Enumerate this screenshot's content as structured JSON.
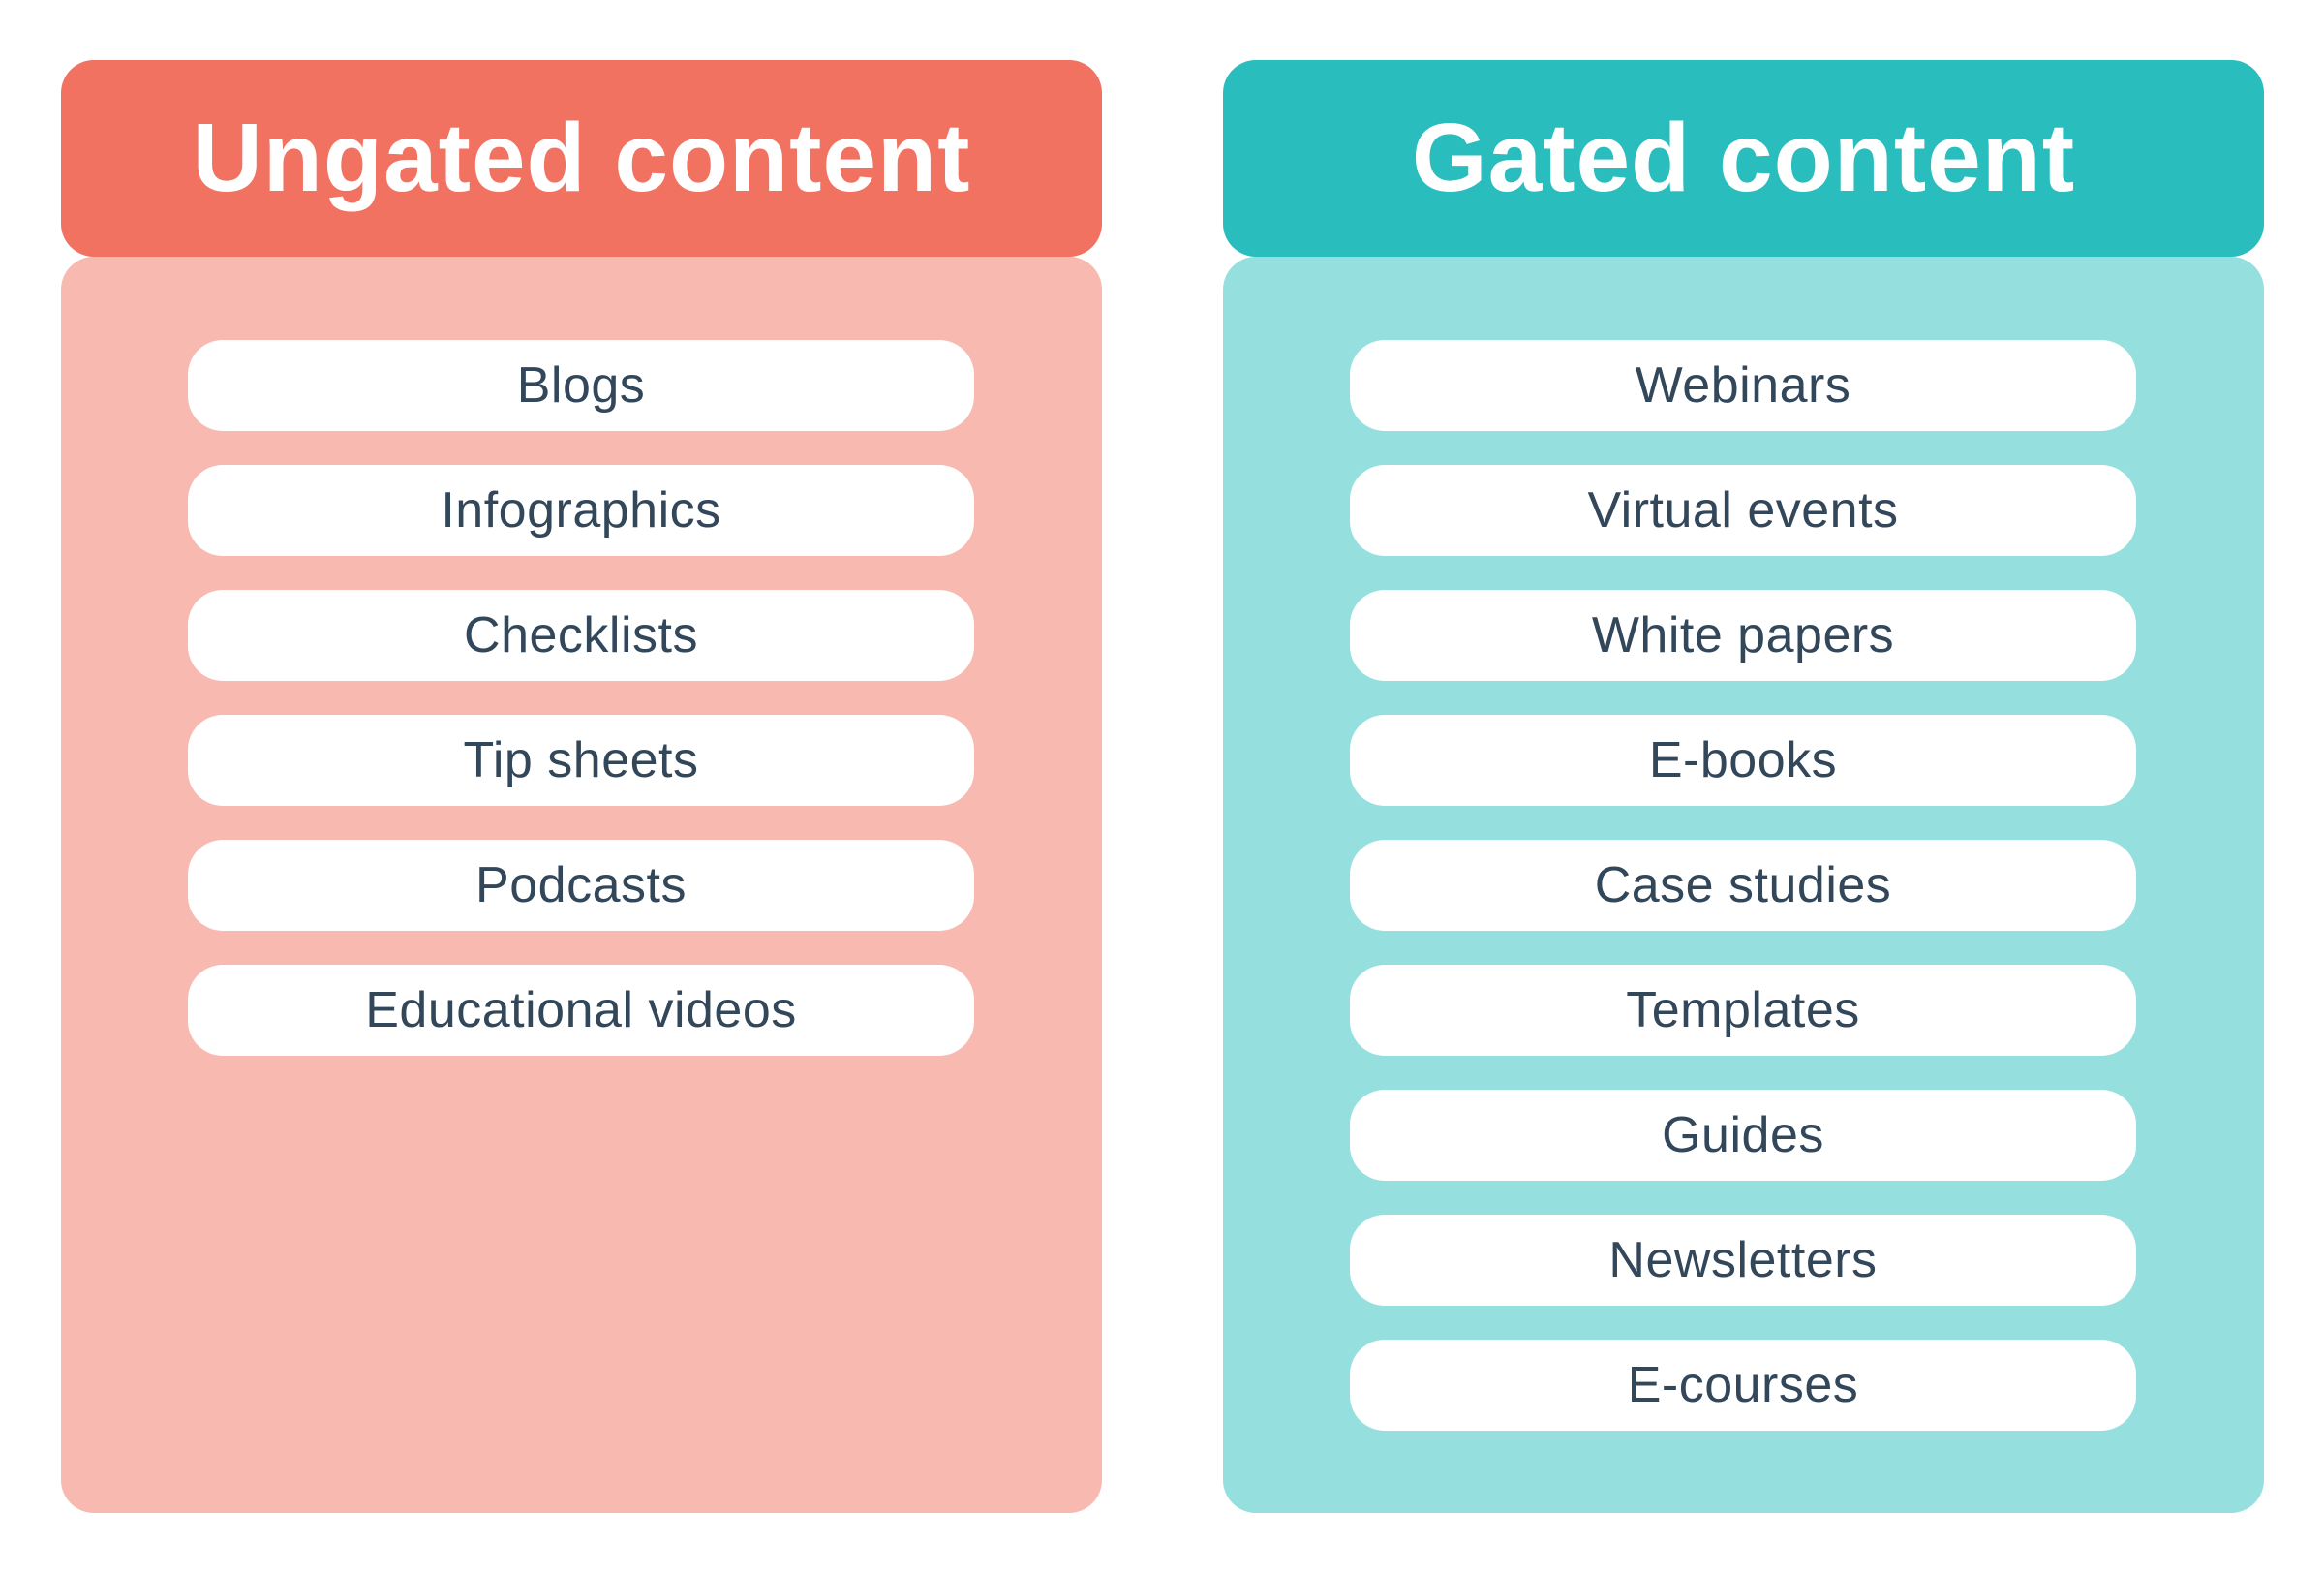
{
  "colors": {
    "ungated_header": "#F27262",
    "ungated_body": "#F8B9B1",
    "gated_header": "#29BDBD",
    "gated_body": "#96DFDF",
    "pill": "#FFFFFF",
    "text": "#33475B"
  },
  "ungated": {
    "title": "Ungated content",
    "items": [
      "Blogs",
      "Infographics",
      "Checklists",
      "Tip sheets",
      "Podcasts",
      "Educational videos"
    ]
  },
  "gated": {
    "title": "Gated content",
    "items": [
      "Webinars",
      "Virtual events",
      "White papers",
      "E-books",
      "Case studies",
      "Templates",
      "Guides",
      "Newsletters",
      "E-courses"
    ]
  }
}
